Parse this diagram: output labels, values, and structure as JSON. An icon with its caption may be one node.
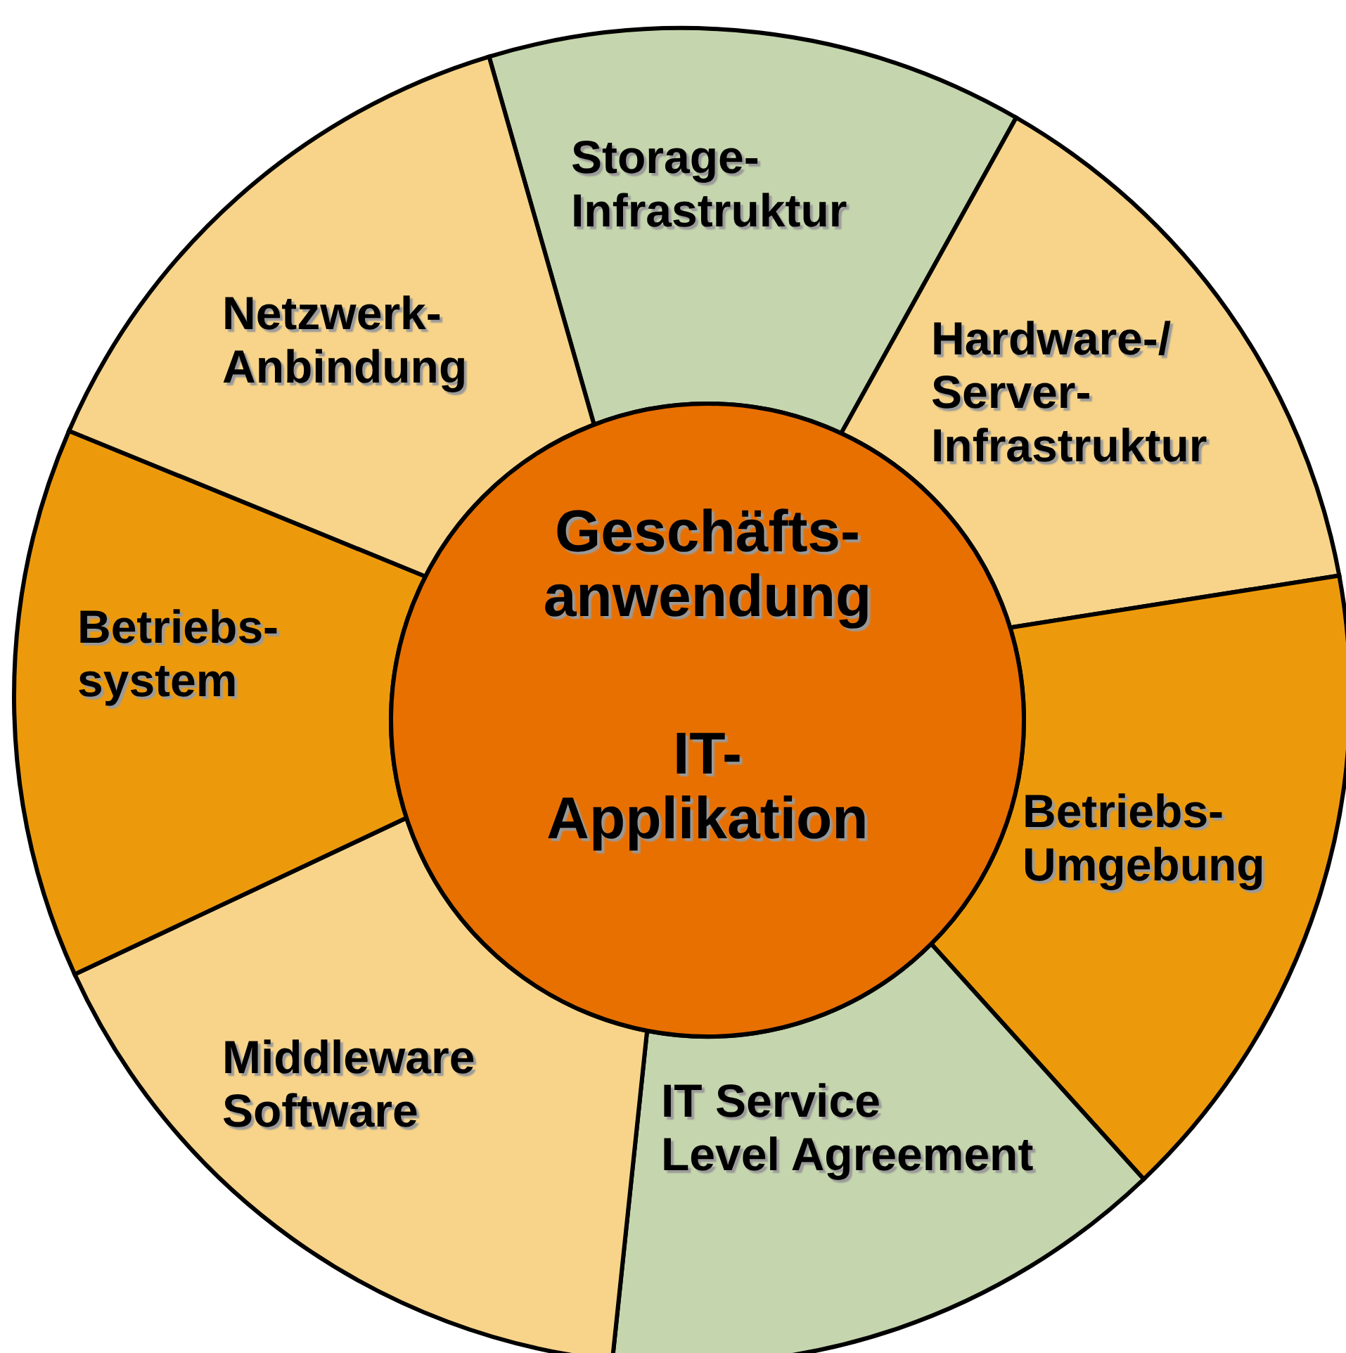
{
  "diagram": {
    "nodes": [
      {
        "text": [
          "Geschäfts- anwendung",
          "IT- Applikation"
        ]
      },
      {
        "text": [
          "Storage- Infrastruktur"
        ]
      },
      {
        "text": [
          "Hardware-/ Server- Infrastruktur"
        ]
      },
      {
        "text": [
          "Betriebs- Umgebung"
        ]
      },
      {
        "text": [
          "IT Service Level Agreement"
        ]
      },
      {
        "text": [
          "Middleware Software"
        ]
      },
      {
        "text": [
          "Betriebs- system"
        ]
      },
      {
        "text": [
          "Netzwerk- Anbindung"
        ]
      }
    ]
  }
}
